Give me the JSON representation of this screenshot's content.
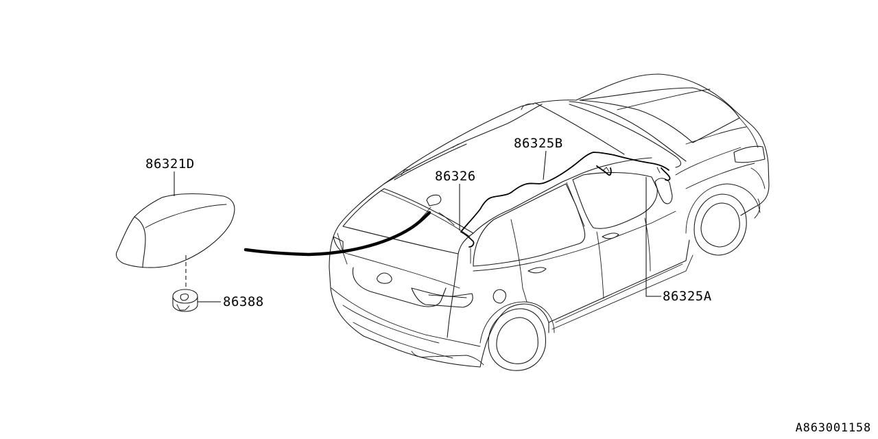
{
  "diagram": {
    "callouts": {
      "antenna_cover": "86321D",
      "grommet": "86388",
      "antenna_cord": "86326",
      "roof_harness_b": "86325B",
      "roof_harness_a": "86325A"
    },
    "reference_id": "A863001158"
  }
}
